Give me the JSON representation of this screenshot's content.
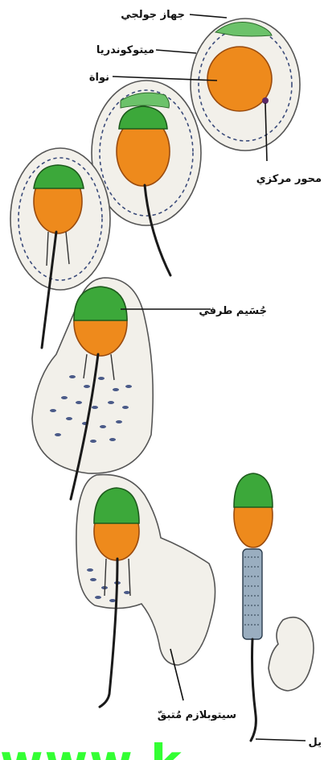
{
  "labels": {
    "golgi": "جهاز جولجي",
    "mitochondria": "ميتوكوندريا",
    "nucleus": "نواة",
    "centriole": "محور مركزي",
    "acrosome": "جُسَيم طرفي",
    "cytoplasm": "سيتوبلازم مُتبقّ",
    "tail": "يل"
  },
  "watermark": "www.k",
  "colors": {
    "nucleus": "#ee8a1c",
    "acrosome": "#3ca83a",
    "golgi": "#6cc26a",
    "watermark": "#33ff33",
    "midpiece": "#9aaec0"
  }
}
